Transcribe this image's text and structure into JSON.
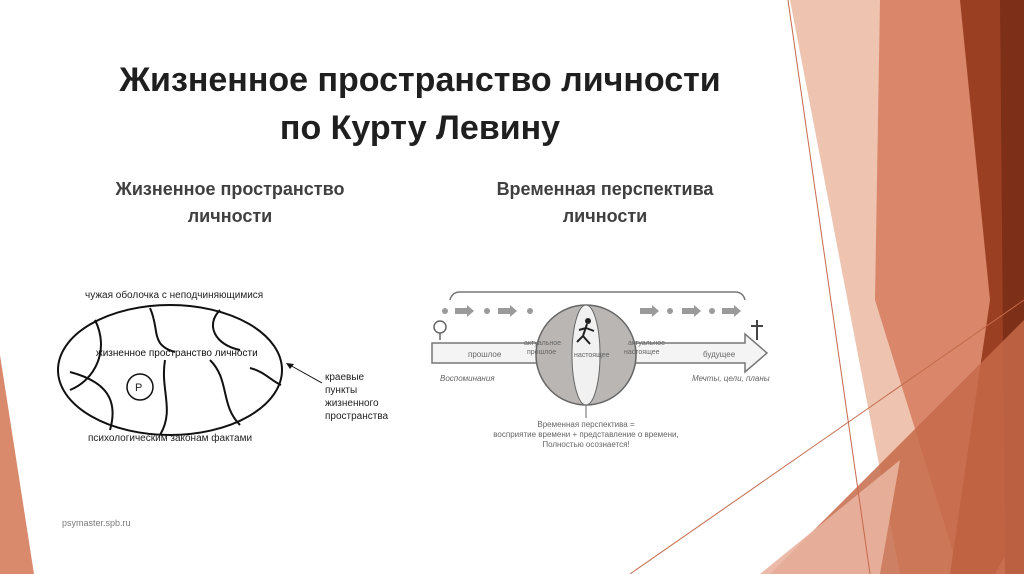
{
  "slide": {
    "title_line1": "Жизненное пространство личности",
    "title_line2": "по Курту Левину",
    "left_heading": "Жизненное пространство личности",
    "right_heading": "Временная перспектива личности",
    "footer": "psymaster.spb.ru"
  },
  "left_diagram": {
    "label_top": "чужая оболочка с неподчиняющимися",
    "label_middle": "жизненное пространство личности",
    "label_bottom": "психологическим законам фактами",
    "person_label": "Р",
    "side_label": [
      "краевые",
      "пункты",
      "жизненного",
      "пространства"
    ]
  },
  "right_diagram": {
    "past": "прошлое",
    "actual_past": [
      "актуальное",
      "прошлое"
    ],
    "present": "настоящее",
    "actual_present": [
      "актуальное",
      "настоящее"
    ],
    "future": "будущее",
    "memories": "Воспоминания",
    "dreams": "Мечты, цели, планы",
    "caption": [
      "Временная перспектива =",
      "восприятие времени + представление о времени,",
      "Полностью осознается!"
    ]
  },
  "colors": {
    "accent_dark": "#8e3a20",
    "accent_mid": "#c0623f",
    "accent_light": "#e3a58c"
  }
}
